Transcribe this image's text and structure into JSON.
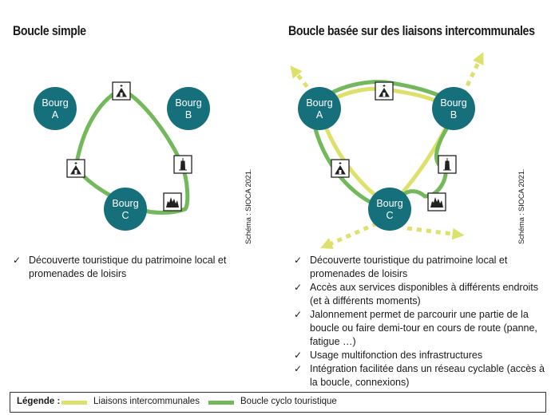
{
  "left": {
    "title": "Boucle simple",
    "credit": "Schéma : SIOCA 2021.",
    "bullets": [
      "Découverte touristique du patrimoine local et promenades de loisirs"
    ]
  },
  "right": {
    "title": "Boucle basée sur des liaisons intercommunales",
    "credit": "Schéma : SIOCA 2021.",
    "bullets": [
      "Découverte touristique du patrimoine local et promenades de loisirs",
      "Accès aux services disponibles à différents endroits (et à différents moments)",
      "Jalonnement permet de parcourir une partie de la boucle ou faire demi-tour en cours de route (panne, fatigue …)",
      "Usage multifonction des infrastructures",
      "Intégration facilitée dans un réseau cyclable (accès à la boucle, connexions)"
    ]
  },
  "nodes": {
    "bourg": "Bourg",
    "a": "A",
    "b": "B",
    "c": "C"
  },
  "check_symbol": "✓",
  "legend": {
    "title": "Légende :",
    "items": [
      {
        "label": "Liaisons intercommunales",
        "color": "#dde06a"
      },
      {
        "label": "Boucle cyclo touristique",
        "color": "#73b95b"
      }
    ]
  },
  "colors": {
    "node": "#15707c",
    "node_text": "#ffffff",
    "loop": "#73b95b",
    "link": "#dde06a"
  },
  "icons": [
    "church-icon",
    "lighthouse-icon",
    "rock-icon"
  ]
}
